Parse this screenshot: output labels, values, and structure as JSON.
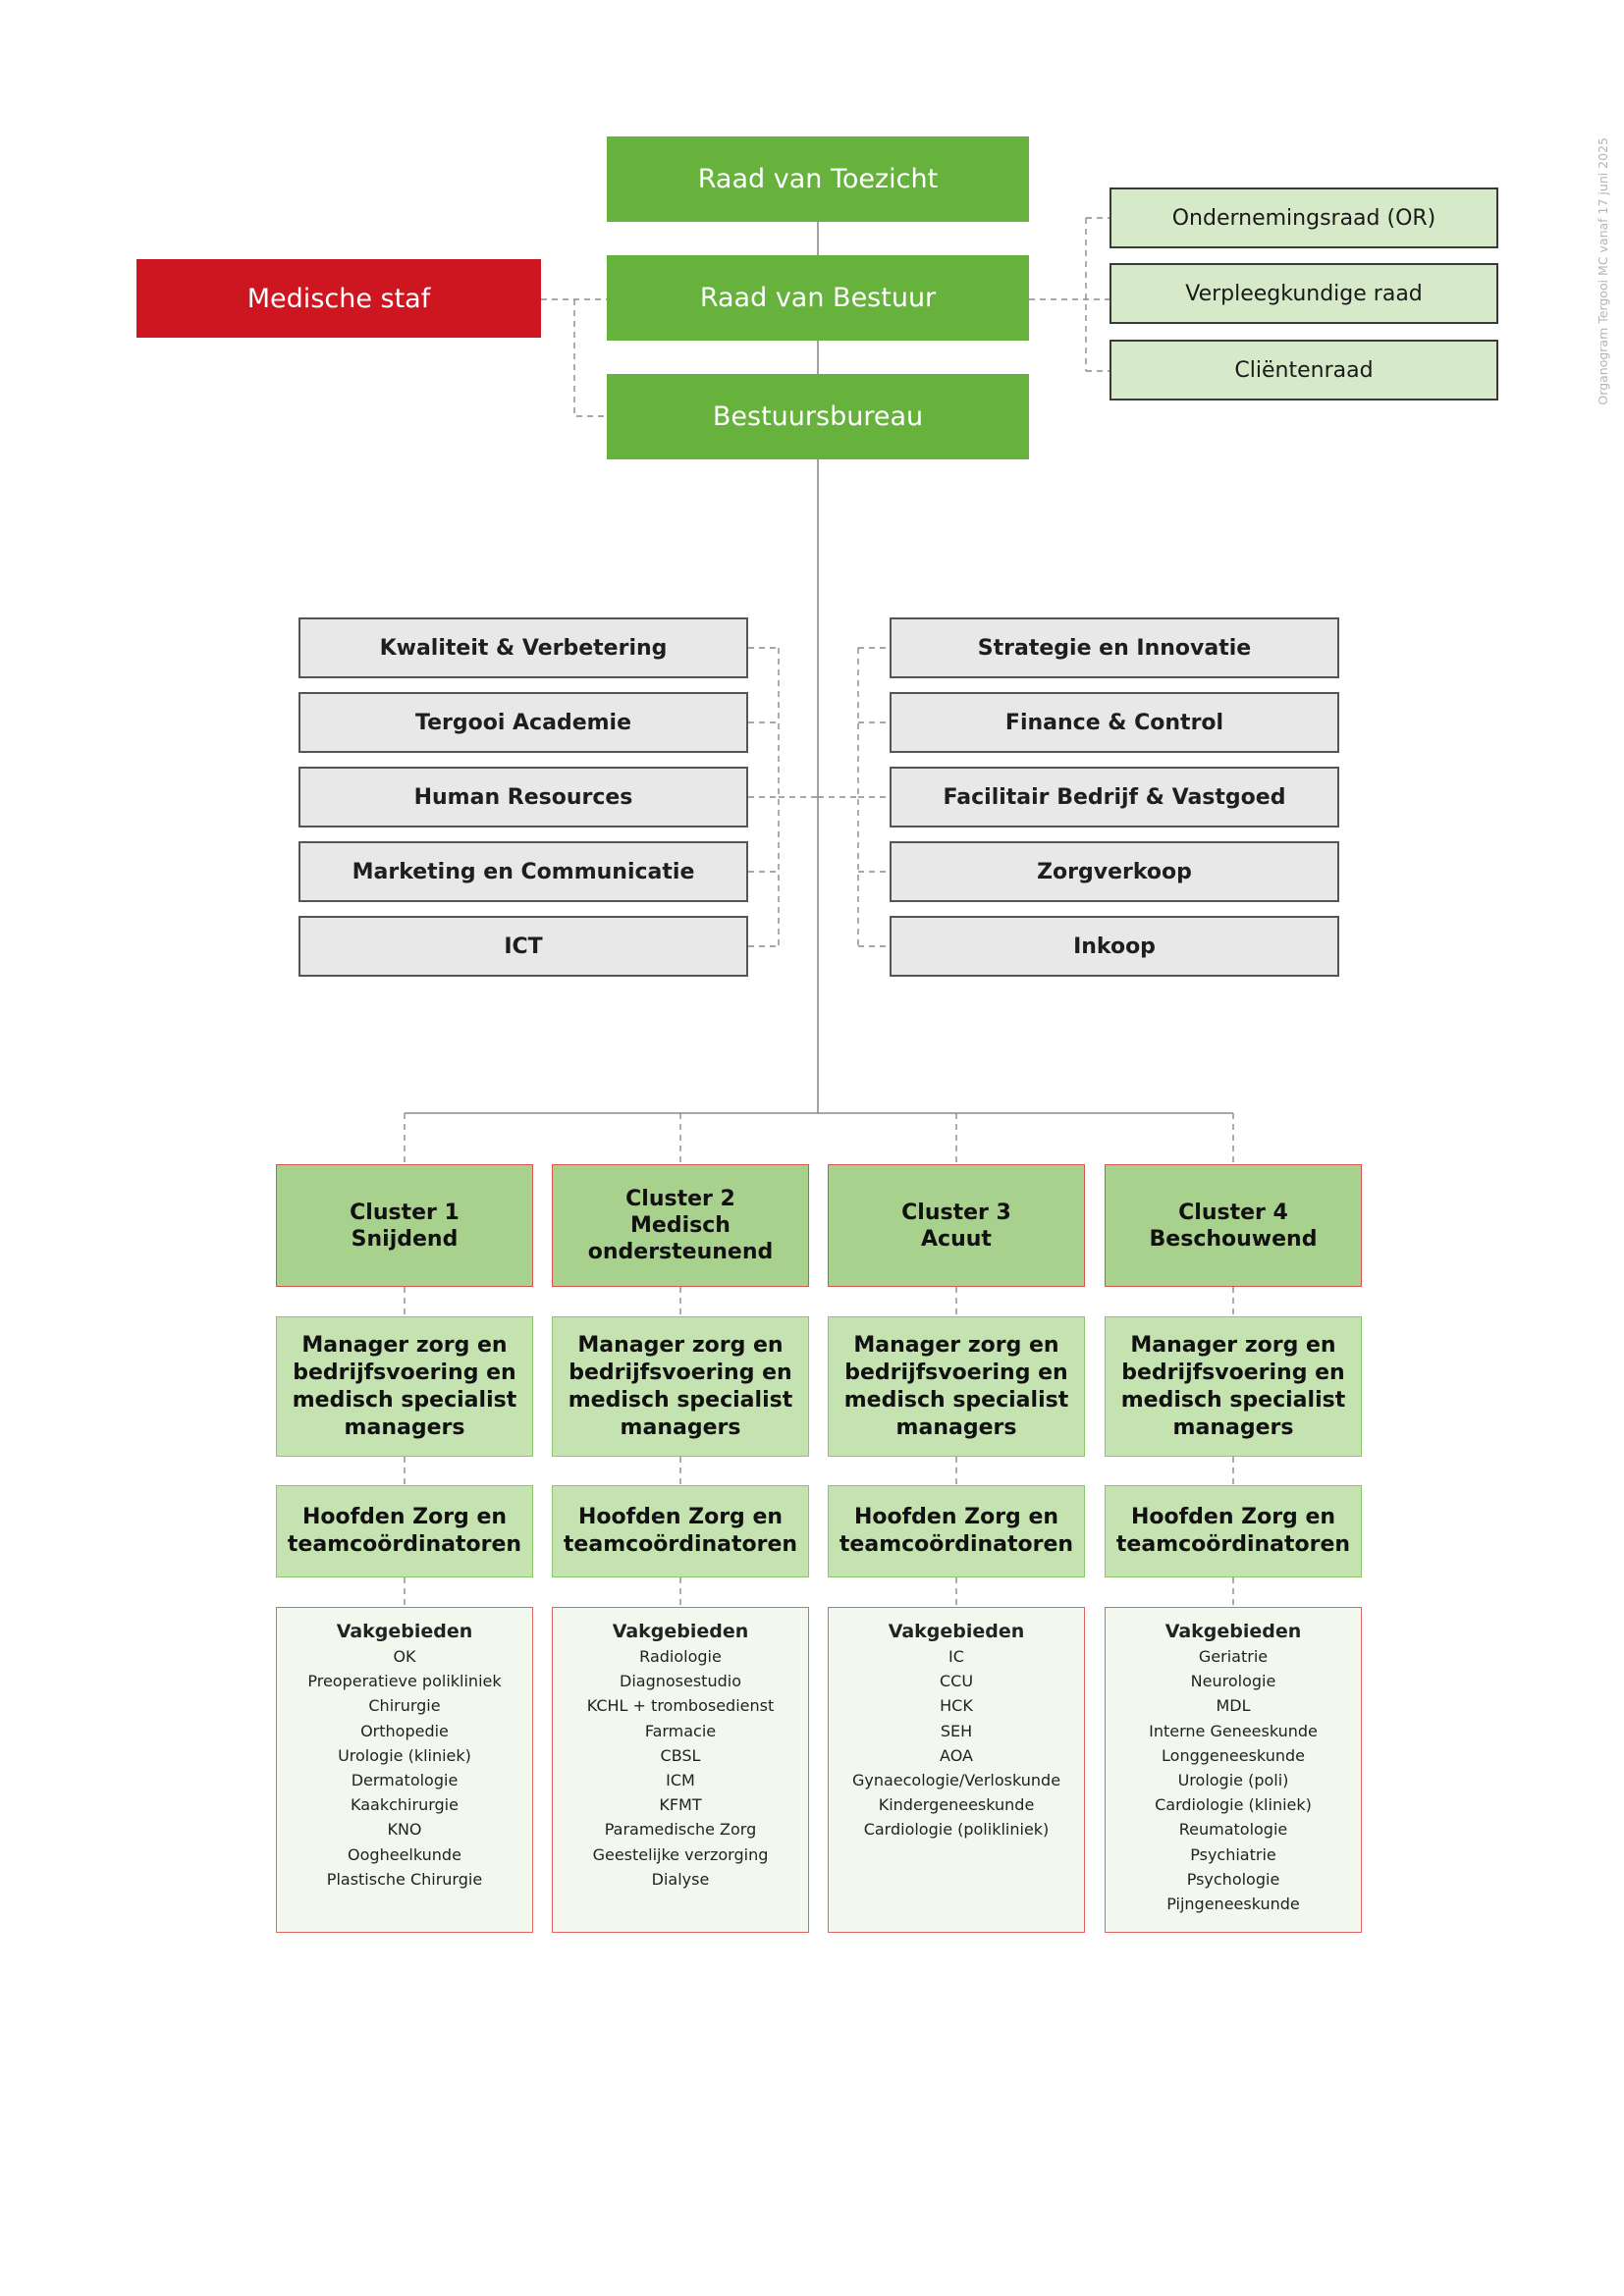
{
  "footnote": "Organogram Tergooi MC vanaf 17 juni 2025",
  "colors": {
    "governance_green": "#67b13d",
    "medical_staff_red": "#cd1620",
    "council_fill": "#d6e9c8",
    "staff_fill": "#e8e8e8",
    "cluster_fill": "#a9d18e",
    "manager_fill": "#c5e3b0",
    "vakgebieden_fill": "#f3f8ee",
    "connector_line": "#8a8a8a"
  },
  "governance": {
    "raad_van_toezicht": "Raad van Toezicht",
    "raad_van_bestuur": "Raad van Bestuur",
    "bestuursbureau": "Bestuursbureau",
    "medische_staf": "Medische staf"
  },
  "councils": [
    "Ondernemingsraad (OR)",
    "Verpleegkundige raad",
    "Cliëntenraad"
  ],
  "staff_left": [
    "Kwaliteit & Verbetering",
    "Tergooi Academie",
    "Human Resources",
    "Marketing en Communicatie",
    "ICT"
  ],
  "staff_right": [
    "Strategie en Innovatie",
    "Finance & Control",
    "Facilitair Bedrijf & Vastgoed",
    "Zorgverkoop",
    "Inkoop"
  ],
  "clusters": [
    {
      "name": "Cluster 1\nSnijdend",
      "manager": "Manager zorg en\nbedrijfsvoering en\nmedisch specialist\nmanagers",
      "hoofden": "Hoofden Zorg en\nteamcoördinatoren",
      "vakgebieden_title": "Vakgebieden",
      "vakgebieden": [
        "OK",
        "Preoperatieve polikliniek",
        "Chirurgie",
        "Orthopedie",
        "Urologie (kliniek)",
        "Dermatologie",
        "Kaakchirurgie",
        "KNO",
        "Oogheelkunde",
        "Plastische Chirurgie"
      ]
    },
    {
      "name": "Cluster 2\nMedisch\nondersteunend",
      "manager": "Manager zorg en\nbedrijfsvoering en\nmedisch specialist\nmanagers",
      "hoofden": "Hoofden Zorg en\nteamcoördinatoren",
      "vakgebieden_title": "Vakgebieden",
      "vakgebieden": [
        "Radiologie",
        "Diagnosestudio",
        "KCHL + trombosedienst",
        "Farmacie",
        "CBSL",
        "ICM",
        "KFMT",
        "Paramedische Zorg",
        "Geestelijke verzorging",
        "Dialyse"
      ]
    },
    {
      "name": "Cluster 3\nAcuut",
      "manager": "Manager zorg en\nbedrijfsvoering en\nmedisch specialist\nmanagers",
      "hoofden": "Hoofden Zorg en\nteamcoördinatoren",
      "vakgebieden_title": "Vakgebieden",
      "vakgebieden": [
        "IC",
        "CCU",
        "HCK",
        "SEH",
        "AOA",
        "Gynaecologie/Verloskunde",
        "Kindergeneeskunde",
        "Cardiologie (polikliniek)"
      ]
    },
    {
      "name": "Cluster 4\nBeschouwend",
      "manager": "Manager zorg en\nbedrijfsvoering en\nmedisch specialist\nmanagers",
      "hoofden": "Hoofden Zorg en\nteamcoördinatoren",
      "vakgebieden_title": "Vakgebieden",
      "vakgebieden": [
        "Geriatrie",
        "Neurologie",
        "MDL",
        "Interne Geneeskunde",
        "Longgeneeskunde",
        "Urologie (poli)",
        "Cardiologie (kliniek)",
        "Reumatologie",
        "Psychiatrie",
        "Psychologie",
        "Pijngeneeskunde"
      ]
    }
  ]
}
